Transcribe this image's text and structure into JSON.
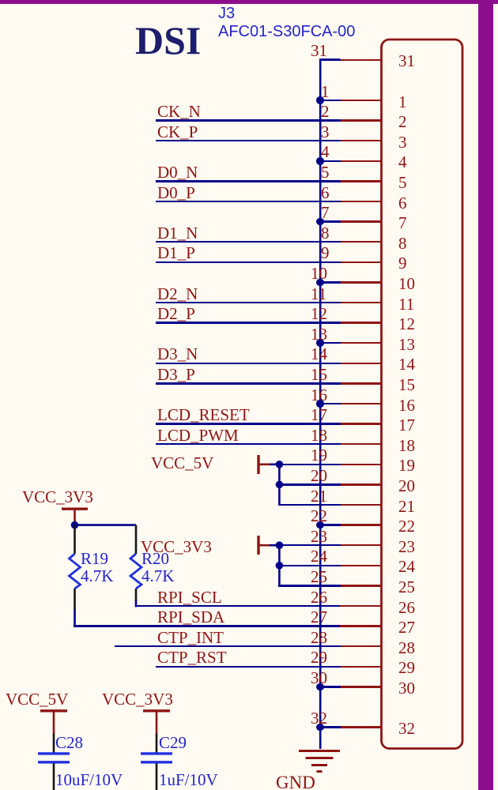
{
  "schematic": {
    "connector": {
      "designator": "J3",
      "part_number": "AFC01-S30FCA-00",
      "port_name": "DSI",
      "pins": [
        {
          "num": "31",
          "conn": "gnd"
        },
        {
          "num": "1",
          "conn": "gnd"
        },
        {
          "num": "2",
          "conn": "signal",
          "net": "CK_N"
        },
        {
          "num": "3",
          "conn": "signal",
          "net": "CK_P"
        },
        {
          "num": "4",
          "conn": "gnd"
        },
        {
          "num": "5",
          "conn": "signal",
          "net": "D0_N"
        },
        {
          "num": "6",
          "conn": "signal",
          "net": "D0_P"
        },
        {
          "num": "7",
          "conn": "gnd"
        },
        {
          "num": "8",
          "conn": "signal",
          "net": "D1_N"
        },
        {
          "num": "9",
          "conn": "signal",
          "net": "D1_P"
        },
        {
          "num": "10",
          "conn": "gnd"
        },
        {
          "num": "11",
          "conn": "signal",
          "net": "D2_N"
        },
        {
          "num": "12",
          "conn": "signal",
          "net": "D2_P"
        },
        {
          "num": "13",
          "conn": "gnd"
        },
        {
          "num": "14",
          "conn": "signal",
          "net": "D3_N"
        },
        {
          "num": "15",
          "conn": "signal",
          "net": "D3_P"
        },
        {
          "num": "16",
          "conn": "gnd"
        },
        {
          "num": "17",
          "conn": "signal",
          "net": "LCD_RESET"
        },
        {
          "num": "18",
          "conn": "signal",
          "net": "LCD_PWM"
        },
        {
          "num": "19",
          "conn": "power"
        },
        {
          "num": "20",
          "conn": "power"
        },
        {
          "num": "21",
          "conn": "power"
        },
        {
          "num": "22",
          "conn": "gnd"
        },
        {
          "num": "23",
          "conn": "power"
        },
        {
          "num": "24",
          "conn": "power"
        },
        {
          "num": "25",
          "conn": "power"
        },
        {
          "num": "26",
          "conn": "signal",
          "net": "RPI_SCL"
        },
        {
          "num": "27",
          "conn": "signal",
          "net": "RPI_SDA"
        },
        {
          "num": "28",
          "conn": "signal",
          "net": "CTP_INT"
        },
        {
          "num": "29",
          "conn": "signal",
          "net": "CTP_RST"
        },
        {
          "num": "30",
          "conn": "gnd"
        },
        {
          "num": "32",
          "conn": "gnd"
        }
      ]
    },
    "resistors": [
      {
        "ref": "R19",
        "value": "4.7K"
      },
      {
        "ref": "R20",
        "value": "4.7K"
      }
    ],
    "capacitors": [
      {
        "ref": "C28",
        "value": "10uF/10V"
      },
      {
        "ref": "C29",
        "value": "1uF/10V"
      }
    ],
    "power_ports": {
      "bracket_5v": "VCC_5V",
      "bracket_3v3": "VCC_3V3",
      "pullup_rail": "VCC_3V3",
      "cap1_rail": "VCC_5V",
      "cap2_rail": "VCC_3V3",
      "ground": "GND"
    },
    "colors": {
      "background": "#FFFBF2",
      "wire_blue": "#00008B",
      "pin_red": "#8E1414",
      "component_blue": "#2230E0",
      "designator_blue": "#2424CC",
      "title_navy": "#1E1E6E",
      "border_purple": "#8D0E8D"
    }
  }
}
